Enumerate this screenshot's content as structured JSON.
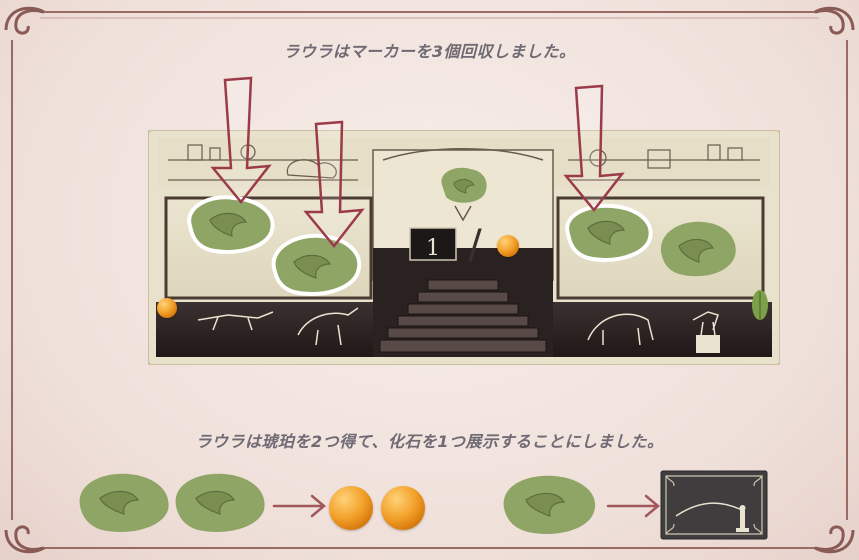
{
  "captions": {
    "top": "ラウラはマーカーを3個回収しました。",
    "bottom": "ラウラは琥珀を2つ得て、化石を1つ展示することにしました。"
  },
  "board": {
    "counter_value": "1",
    "counter_separator": "/"
  },
  "icons": {
    "fossil": "fossil-claw-marker-icon",
    "amber": "amber-token-icon",
    "arrow": "arrow-right-icon",
    "down_arrow": "down-arrow-icon",
    "display": "display-case-card-icon",
    "fern": "fern-icon"
  },
  "colors": {
    "fossil_green": "#8fa565",
    "amber": "#f3a22b",
    "arrow": "#a2585a",
    "frame": "#9a6a64",
    "caption": "#6f6a73",
    "display_card": "#3f3d3e"
  },
  "summary": {
    "markers_collected": 3,
    "amber_gained": 2,
    "fossils_displayed": 1
  }
}
